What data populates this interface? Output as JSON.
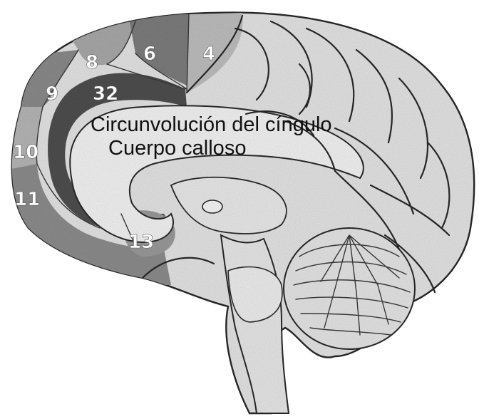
{
  "image": {
    "areas": [
      {
        "id": "area-6",
        "text": "6"
      },
      {
        "id": "area-4",
        "text": "4"
      },
      {
        "id": "area-8",
        "text": "8"
      },
      {
        "id": "area-9",
        "text": "9"
      },
      {
        "id": "area-32",
        "text": "32"
      },
      {
        "id": "area-10",
        "text": "10"
      },
      {
        "id": "area-11",
        "text": "11"
      },
      {
        "id": "area-13",
        "text": "13"
      }
    ],
    "labels": {
      "cingulate_gyrus": "Circunvolución del cíngulo",
      "corpus_callosum": "Cuerpo calloso"
    },
    "colors": {
      "dark_gray": "#4f4f4f",
      "mid_gray": "#7d7d7d",
      "light_gray": "#b5b5b5",
      "paper": "#e3e3e3",
      "line": "#2a2a2a"
    }
  }
}
